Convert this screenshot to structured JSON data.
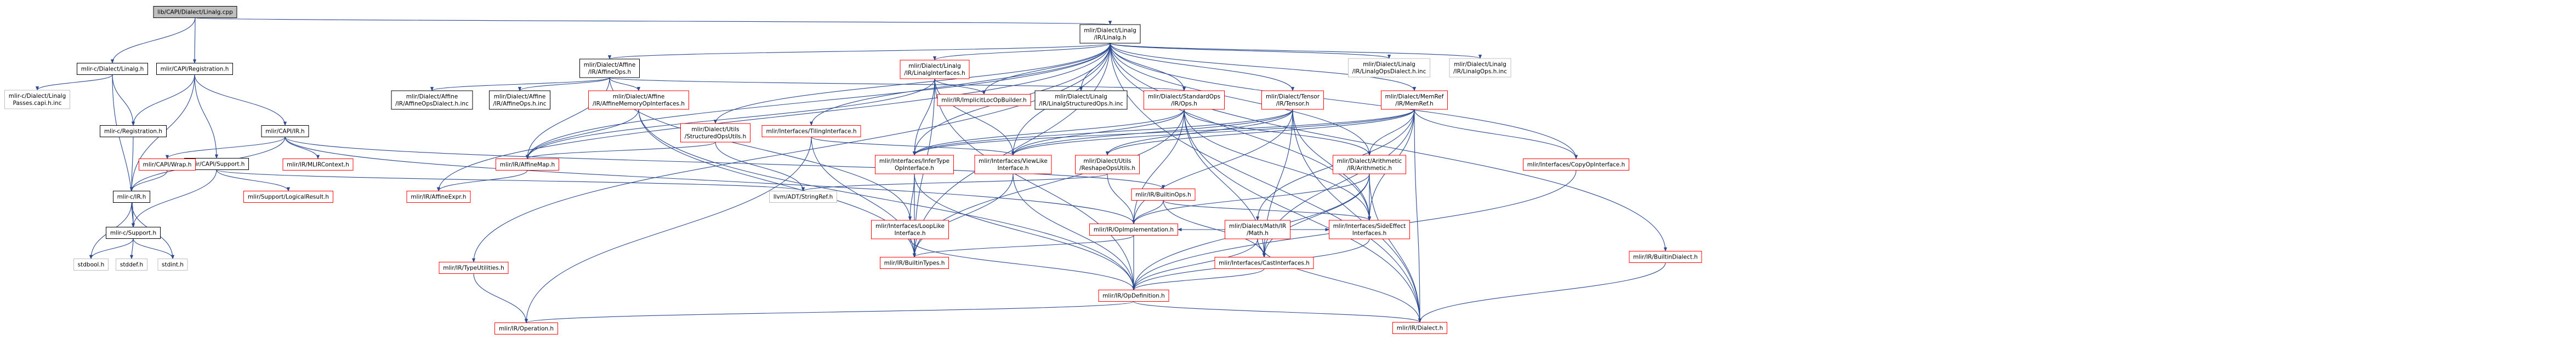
{
  "colors": {
    "background": "#ffffff",
    "edge": "#2a4a8f",
    "root_fill": "#bfbfbf",
    "node_fill": "#ffffff",
    "black_border": "#000000",
    "red_border": "#ff0000",
    "gray_border": "#bfbfbf",
    "text": "#000000"
  },
  "nodes": [
    {
      "id": "root",
      "lines": [
        "lib/CAPI/Dialect/Linalg.cpp"
      ],
      "style": "root"
    },
    {
      "id": "capi_linalg_h",
      "lines": [
        "mlir-c/Dialect/Linalg.h"
      ],
      "style": "black"
    },
    {
      "id": "capi_registration_h",
      "lines": [
        "mlir/CAPI/Registration.h"
      ],
      "style": "black"
    },
    {
      "id": "mlir_linalg_h",
      "lines": [
        "mlir/Dialect/Linalg",
        "/IR/Linalg.h"
      ],
      "style": "black"
    },
    {
      "id": "passes_capi",
      "lines": [
        "mlir-c/Dialect/Linalg",
        "Passes.capi.h.inc"
      ],
      "style": "gray"
    },
    {
      "id": "c_registration_h",
      "lines": [
        "mlir-c/Registration.h"
      ],
      "style": "black"
    },
    {
      "id": "capi_support_h",
      "lines": [
        "mlir/CAPI/Support.h"
      ],
      "style": "black"
    },
    {
      "id": "capi_ir_h",
      "lines": [
        "mlir/CAPI/IR.h"
      ],
      "style": "black"
    },
    {
      "id": "affineops_h",
      "lines": [
        "mlir/Dialect/Affine",
        "/IR/AffineOps.h"
      ],
      "style": "black"
    },
    {
      "id": "affineopsdialect_inc",
      "lines": [
        "mlir/Dialect/Affine",
        "/IR/AffineOpsDialect.h.inc"
      ],
      "style": "black"
    },
    {
      "id": "affineops_h_inc",
      "lines": [
        "mlir/Dialect/Affine",
        "/IR/AffineOps.h.inc"
      ],
      "style": "black"
    },
    {
      "id": "affinememory",
      "lines": [
        "mlir/Dialect/Affine",
        "/IR/AffineMemoryOpInterfaces.h"
      ],
      "style": "red"
    },
    {
      "id": "structuredopsutils",
      "lines": [
        "mlir/Dialect/Utils",
        "/StructuredOpsUtils.h"
      ],
      "style": "red"
    },
    {
      "id": "tilinginterface",
      "lines": [
        "mlir/Interfaces/TilingInterface.h"
      ],
      "style": "red"
    },
    {
      "id": "linalginterfaces",
      "lines": [
        "mlir/Dialect/Linalg",
        "/IR/LinalgInterfaces.h"
      ],
      "style": "red"
    },
    {
      "id": "implicitlocop",
      "lines": [
        "mlir/IR/ImplicitLocOpBuilder.h"
      ],
      "style": "red"
    },
    {
      "id": "linalgstructured_inc",
      "lines": [
        "mlir/Dialect/Linalg",
        "/IR/LinalgStructuredOps.h.inc"
      ],
      "style": "black"
    },
    {
      "id": "standardops",
      "lines": [
        "mlir/Dialect/StandardOps",
        "/IR/Ops.h"
      ],
      "style": "red"
    },
    {
      "id": "tensor_h",
      "lines": [
        "mlir/Dialect/Tensor",
        "/IR/Tensor.h"
      ],
      "style": "red"
    },
    {
      "id": "linalgopsdialect_inc",
      "lines": [
        "mlir/Dialect/Linalg",
        "/IR/LinalgOpsDialect.h.inc"
      ],
      "style": "gray"
    },
    {
      "id": "memref_h",
      "lines": [
        "mlir/Dialect/MemRef",
        "/IR/MemRef.h"
      ],
      "style": "red"
    },
    {
      "id": "linalgops_inc",
      "lines": [
        "mlir/Dialect/Linalg",
        "/IR/LinalgOps.h.inc"
      ],
      "style": "gray"
    },
    {
      "id": "builtindialect",
      "lines": [
        "mlir/IR/BuiltinDialect.h"
      ],
      "style": "red"
    },
    {
      "id": "capi_wrap",
      "lines": [
        "mlir/CAPI/Wrap.h"
      ],
      "style": "red"
    },
    {
      "id": "mlircontext",
      "lines": [
        "mlir/IR/MLIRContext.h"
      ],
      "style": "red"
    },
    {
      "id": "affinemap",
      "lines": [
        "mlir/IR/AffineMap.h"
      ],
      "style": "red"
    },
    {
      "id": "infertype",
      "lines": [
        "mlir/Interfaces/InferType",
        "OpInterface.h"
      ],
      "style": "red"
    },
    {
      "id": "viewlike",
      "lines": [
        "mlir/Interfaces/ViewLike",
        "Interface.h"
      ],
      "style": "red"
    },
    {
      "id": "reshapeoputils",
      "lines": [
        "mlir/Dialect/Utils",
        "/ReshapeOpsUtils.h"
      ],
      "style": "red"
    },
    {
      "id": "builtinops",
      "lines": [
        "mlir/IR/BuiltinOps.h"
      ],
      "style": "red"
    },
    {
      "id": "arithmetic",
      "lines": [
        "mlir/Dialect/Arithmetic",
        "/IR/Arithmetic.h"
      ],
      "style": "red"
    },
    {
      "id": "copyopinterface",
      "lines": [
        "mlir/Interfaces/CopyOpInterface.h"
      ],
      "style": "red"
    },
    {
      "id": "c_ir_h",
      "lines": [
        "mlir-c/IR.h"
      ],
      "style": "black"
    },
    {
      "id": "logicalresult",
      "lines": [
        "mlir/Support/LogicalResult.h"
      ],
      "style": "red"
    },
    {
      "id": "affineexpr",
      "lines": [
        "mlir/IR/AffineExpr.h"
      ],
      "style": "red"
    },
    {
      "id": "stringref",
      "lines": [
        "llvm/ADT/StringRef.h"
      ],
      "style": "gray"
    },
    {
      "id": "looplike",
      "lines": [
        "mlir/Interfaces/LoopLike",
        "Interface.h"
      ],
      "style": "red"
    },
    {
      "id": "mathh",
      "lines": [
        "mlir/Dialect/Math/IR",
        "/Math.h"
      ],
      "style": "red"
    },
    {
      "id": "opimplementation",
      "lines": [
        "mlir/IR/OpImplementation.h"
      ],
      "style": "red"
    },
    {
      "id": "castinterfaces",
      "lines": [
        "mlir/Interfaces/CastInterfaces.h"
      ],
      "style": "red"
    },
    {
      "id": "sideeffect",
      "lines": [
        "mlir/Interfaces/SideEffect",
        "Interfaces.h"
      ],
      "style": "red"
    },
    {
      "id": "c_support_h",
      "lines": [
        "mlir-c/Support.h"
      ],
      "style": "black"
    },
    {
      "id": "typeutilities",
      "lines": [
        "mlir/IR/TypeUtilities.h"
      ],
      "style": "red"
    },
    {
      "id": "builtintypes",
      "lines": [
        "mlir/IR/BuiltinTypes.h"
      ],
      "style": "red"
    },
    {
      "id": "opdefinition",
      "lines": [
        "mlir/IR/OpDefinition.h"
      ],
      "style": "red"
    },
    {
      "id": "stdbool",
      "lines": [
        "stdbool.h"
      ],
      "style": "gray"
    },
    {
      "id": "stddef",
      "lines": [
        "stddef.h"
      ],
      "style": "gray"
    },
    {
      "id": "stdint",
      "lines": [
        "stdint.h"
      ],
      "style": "gray"
    },
    {
      "id": "operation",
      "lines": [
        "mlir/IR/Operation.h"
      ],
      "style": "red"
    },
    {
      "id": "dialect_h",
      "lines": [
        "mlir/IR/Dialect.h"
      ],
      "style": "red"
    }
  ],
  "edges": [
    [
      "root",
      "capi_linalg_h"
    ],
    [
      "root",
      "capi_registration_h"
    ],
    [
      "root",
      "mlir_linalg_h"
    ],
    [
      "capi_linalg_h",
      "passes_capi"
    ],
    [
      "capi_linalg_h",
      "c_registration_h"
    ],
    [
      "capi_linalg_h",
      "c_support_h"
    ],
    [
      "capi_registration_h",
      "c_registration_h"
    ],
    [
      "capi_registration_h",
      "capi_ir_h"
    ],
    [
      "capi_registration_h",
      "capi_support_h"
    ],
    [
      "capi_registration_h",
      "c_ir_h"
    ],
    [
      "c_registration_h",
      "c_ir_h"
    ],
    [
      "capi_ir_h",
      "capi_wrap"
    ],
    [
      "capi_ir_h",
      "mlircontext"
    ],
    [
      "capi_ir_h",
      "c_ir_h"
    ],
    [
      "capi_ir_h",
      "opimplementation"
    ],
    [
      "capi_ir_h",
      "builtinops"
    ],
    [
      "capi_wrap",
      "c_ir_h"
    ],
    [
      "capi_support_h",
      "c_support_h"
    ],
    [
      "capi_support_h",
      "logicalresult"
    ],
    [
      "capi_support_h",
      "stringref"
    ],
    [
      "c_ir_h",
      "c_support_h"
    ],
    [
      "c_ir_h",
      "stdint"
    ],
    [
      "c_ir_h",
      "stdbool"
    ],
    [
      "c_support_h",
      "stdbool"
    ],
    [
      "c_support_h",
      "stddef"
    ],
    [
      "c_support_h",
      "stdint"
    ],
    [
      "mlir_linalg_h",
      "affineops_h"
    ],
    [
      "mlir_linalg_h",
      "linalginterfaces"
    ],
    [
      "mlir_linalg_h",
      "structuredopsutils"
    ],
    [
      "mlir_linalg_h",
      "tilinginterface"
    ],
    [
      "mlir_linalg_h",
      "implicitlocop"
    ],
    [
      "mlir_linalg_h",
      "linalgstructured_inc"
    ],
    [
      "mlir_linalg_h",
      "standardops"
    ],
    [
      "mlir_linalg_h",
      "tensor_h"
    ],
    [
      "mlir_linalg_h",
      "linalgopsdialect_inc"
    ],
    [
      "mlir_linalg_h",
      "memref_h"
    ],
    [
      "mlir_linalg_h",
      "linalgops_inc"
    ],
    [
      "mlir_linalg_h",
      "builtindialect"
    ],
    [
      "mlir_linalg_h",
      "dialect_h"
    ],
    [
      "mlir_linalg_h",
      "affinemap"
    ],
    [
      "mlir_linalg_h",
      "affineexpr"
    ],
    [
      "mlir_linalg_h",
      "typeutilities"
    ],
    [
      "mlir_linalg_h",
      "infertype"
    ],
    [
      "mlir_linalg_h",
      "viewlike"
    ],
    [
      "mlir_linalg_h",
      "copyopinterface"
    ],
    [
      "mlir_linalg_h",
      "arithmetic"
    ],
    [
      "mlir_linalg_h",
      "sideeffect"
    ],
    [
      "mlir_linalg_h",
      "builtintypes"
    ],
    [
      "affineops_h",
      "affineopsdialect_inc"
    ],
    [
      "affineops_h",
      "affineops_h_inc"
    ],
    [
      "affineops_h",
      "affinememory"
    ],
    [
      "affineops_h",
      "affinemap"
    ],
    [
      "affineops_h",
      "standardops"
    ],
    [
      "affineops_h",
      "looplike"
    ],
    [
      "affinememory",
      "affinemap"
    ],
    [
      "affinememory",
      "opdefinition"
    ],
    [
      "affinememory",
      "builtintypes"
    ],
    [
      "structuredopsutils",
      "affinemap"
    ],
    [
      "structuredopsutils",
      "stringref"
    ],
    [
      "tilinginterface",
      "operation"
    ],
    [
      "tilinginterface",
      "viewlike"
    ],
    [
      "tilinginterface",
      "builtintypes"
    ],
    [
      "linalginterfaces",
      "affinemap"
    ],
    [
      "linalginterfaces",
      "implicitlocop"
    ],
    [
      "linalginterfaces",
      "infertype"
    ],
    [
      "linalginterfaces",
      "viewlike"
    ],
    [
      "linalginterfaces",
      "opdefinition"
    ],
    [
      "linalginterfaces",
      "builtintypes"
    ],
    [
      "standardops",
      "infertype"
    ],
    [
      "standardops",
      "castinterfaces"
    ],
    [
      "standardops",
      "sideeffect"
    ],
    [
      "standardops",
      "builtintypes"
    ],
    [
      "standardops",
      "opimplementation"
    ],
    [
      "standardops",
      "viewlike"
    ],
    [
      "standardops",
      "arithmetic"
    ],
    [
      "standardops",
      "dialect_h"
    ],
    [
      "tensor_h",
      "infertype"
    ],
    [
      "tensor_h",
      "reshapeoputils"
    ],
    [
      "tensor_h",
      "castinterfaces"
    ],
    [
      "tensor_h",
      "sideeffect"
    ],
    [
      "tensor_h",
      "opimplementation"
    ],
    [
      "tensor_h",
      "viewlike"
    ],
    [
      "tensor_h",
      "dialect_h"
    ],
    [
      "memref_h",
      "arithmetic"
    ],
    [
      "memref_h",
      "infertype"
    ],
    [
      "memref_h",
      "viewlike"
    ],
    [
      "memref_h",
      "copyopinterface"
    ],
    [
      "memref_h",
      "castinterfaces"
    ],
    [
      "memref_h",
      "reshapeoputils"
    ],
    [
      "memref_h",
      "mathh"
    ],
    [
      "memref_h",
      "sideeffect"
    ],
    [
      "memref_h",
      "dialect_h"
    ],
    [
      "builtindialect",
      "dialect_h"
    ],
    [
      "affinemap",
      "affineexpr"
    ],
    [
      "infertype",
      "looplike"
    ],
    [
      "infertype",
      "opdefinition"
    ],
    [
      "infertype",
      "builtintypes"
    ],
    [
      "viewlike",
      "opdefinition"
    ],
    [
      "viewlike",
      "builtintypes"
    ],
    [
      "reshapeoputils",
      "opimplementation"
    ],
    [
      "reshapeoputils",
      "stringref"
    ],
    [
      "builtinops",
      "opimplementation"
    ],
    [
      "builtinops",
      "castinterfaces"
    ],
    [
      "builtinops",
      "sideeffect"
    ],
    [
      "arithmetic",
      "castinterfaces"
    ],
    [
      "arithmetic",
      "sideeffect"
    ],
    [
      "arithmetic",
      "opdefinition"
    ],
    [
      "arithmetic",
      "dialect_h"
    ],
    [
      "arithmetic",
      "opimplementation"
    ],
    [
      "copyopinterface",
      "opdefinition"
    ],
    [
      "looplike",
      "opdefinition"
    ],
    [
      "mathh",
      "castinterfaces"
    ],
    [
      "mathh",
      "sideeffect"
    ],
    [
      "mathh",
      "opimplementation"
    ],
    [
      "mathh",
      "opdefinition"
    ],
    [
      "mathh",
      "dialect_h"
    ],
    [
      "opimplementation",
      "opdefinition"
    ],
    [
      "opimplementation",
      "builtintypes"
    ],
    [
      "castinterfaces",
      "opdefinition"
    ],
    [
      "sideeffect",
      "opdefinition"
    ],
    [
      "typeutilities",
      "operation"
    ],
    [
      "opdefinition",
      "operation"
    ],
    [
      "opdefinition",
      "dialect_h"
    ]
  ]
}
